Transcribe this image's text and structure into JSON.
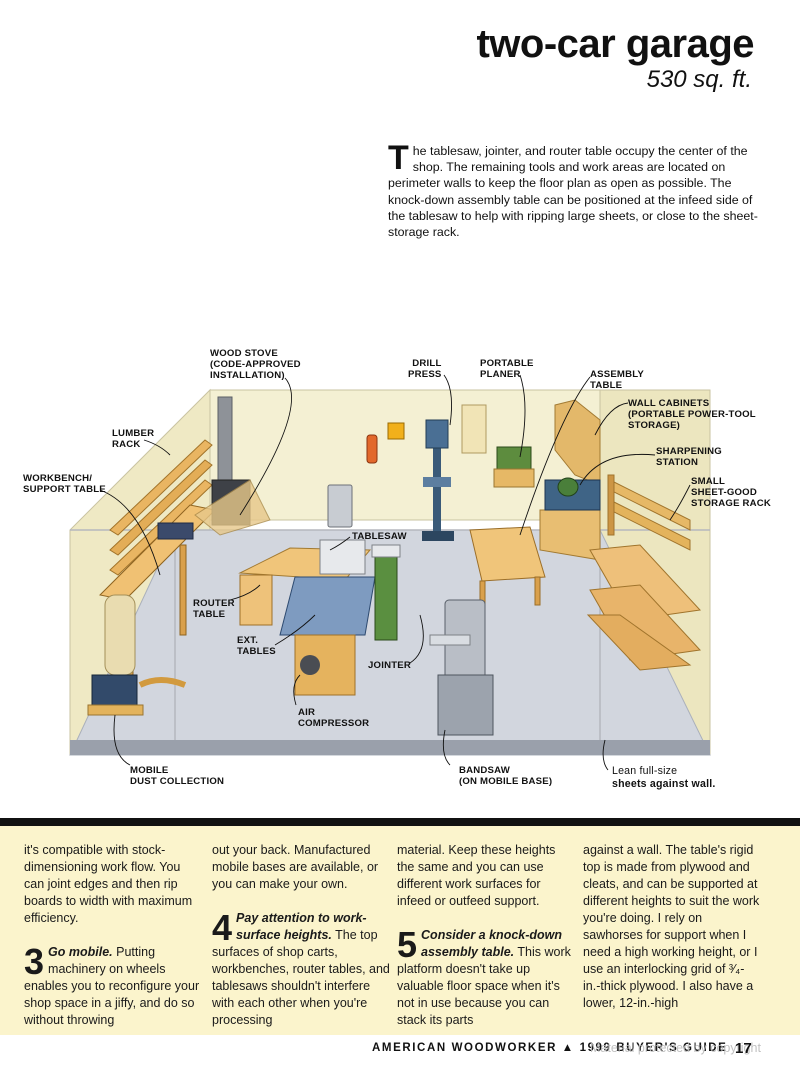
{
  "header": {
    "title": "two-car garage",
    "subtitle": "530 sq. ft."
  },
  "intro": {
    "dropcap": "T",
    "text": "he tablesaw, jointer, and router table occupy the center of the shop. The remaining tools and work areas are located on perimeter walls to keep the floor plan as open as possible. The knock-down assembly table can be positioned at the infeed side of the tablesaw to help with ripping large sheets, or close to the sheet-storage rack."
  },
  "labels": {
    "wood_stove": [
      "WOOD STOVE",
      "(CODE-APPROVED",
      "INSTALLATION)"
    ],
    "drill_press": [
      "DRILL",
      "PRESS"
    ],
    "portable_planer": [
      "PORTABLE",
      "PLANER"
    ],
    "assembly_table": [
      "ASSEMBLY",
      "TABLE"
    ],
    "wall_cabinets": [
      "WALL CABINETS",
      "(PORTABLE POWER-TOOL",
      "STORAGE)"
    ],
    "lumber_rack": [
      "LUMBER",
      "RACK"
    ],
    "sharpening_station": [
      "SHARPENING",
      "STATION"
    ],
    "workbench": [
      "WORKBENCH/",
      "SUPPORT TABLE"
    ],
    "small_sheet": [
      "SMALL",
      "SHEET-GOOD",
      "STORAGE RACK"
    ],
    "tablesaw": "TABLESAW",
    "router_table": [
      "ROUTER",
      "TABLE"
    ],
    "ext_tables": [
      "EXT.",
      "TABLES"
    ],
    "jointer": "JOINTER",
    "air_compressor": [
      "AIR",
      "COMPRESSOR"
    ],
    "mobile_dust": [
      "MOBILE",
      "DUST COLLECTION"
    ],
    "bandsaw": [
      "BANDSAW",
      "(ON MOBILE BASE)"
    ],
    "lean_sheets": [
      "Lean full-size",
      "sheets against wall."
    ]
  },
  "columns": {
    "c1_a": "it's compatible with stock-dimensioning work flow. You can joint edges and then rip boards to width with maximum efficiency.",
    "c1_num": "3",
    "c1_head": "Go mobile.",
    "c1_b": "Putting machinery on wheels enables you to reconfigure your shop space in a jiffy, and do so without throwing",
    "c2_a": "out your back. Manufactured mobile bases are available, or you can make your own.",
    "c2_num": "4",
    "c2_head": "Pay attention to work-surface heights.",
    "c2_b": "The top surfaces of shop carts, workbenches, router tables, and tablesaws shouldn't interfere with each other when you're processing",
    "c3_a": "material. Keep these heights the same and you can use different work surfaces for infeed or outfeed support.",
    "c3_num": "5",
    "c3_head": "Consider a knock-down assembly table.",
    "c3_b": "This work platform doesn't take up valuable floor space when it's not in use because you can stack its parts",
    "c4": "against a wall. The table's rigid top is made from plywood and cleats, and can be supported at different heights to suit the work you're doing. I rely on sawhorses for support when I need a high working height, or I use an interlocking grid of ³⁄₄-in.-thick plywood. I also have a lower, 12-in.-high"
  },
  "footer": {
    "folio": "AMERICAN WOODWORKER  ▲  1999 BUYER'S GUIDE",
    "page": "17",
    "watermark": "Material protected by copyright"
  },
  "colors": {
    "wall": "#f3efcf",
    "floor": "#cfd3dc",
    "wood": "#e9b562",
    "band": "#fbf4cc",
    "machine": "#3a5a78"
  }
}
